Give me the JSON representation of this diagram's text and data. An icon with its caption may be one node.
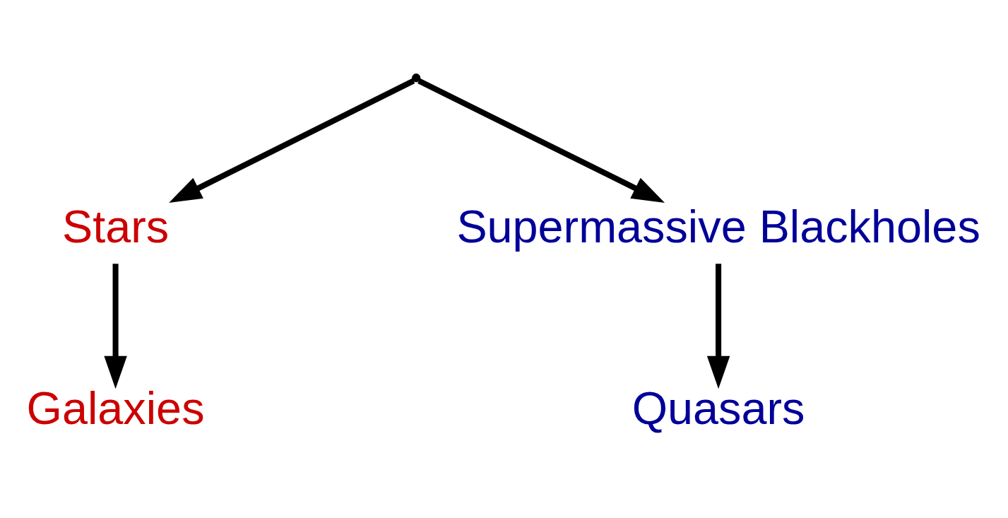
{
  "diagram": {
    "nodes": [
      {
        "text": [],
        "shape": "point"
      },
      {
        "text": [
          "Stars"
        ]
      },
      {
        "text": [
          "Supermassive Blackholes"
        ]
      },
      {
        "text": [
          "Galaxies"
        ]
      },
      {
        "text": [
          "Quasars"
        ]
      }
    ],
    "edges": [
      {
        "from": 0,
        "to": 1,
        "arrow": "to"
      },
      {
        "from": 0,
        "to": 2,
        "arrow": "to"
      },
      {
        "from": 1,
        "to": 3,
        "arrow": "to"
      },
      {
        "from": 2,
        "to": 4,
        "arrow": "to"
      }
    ]
  }
}
